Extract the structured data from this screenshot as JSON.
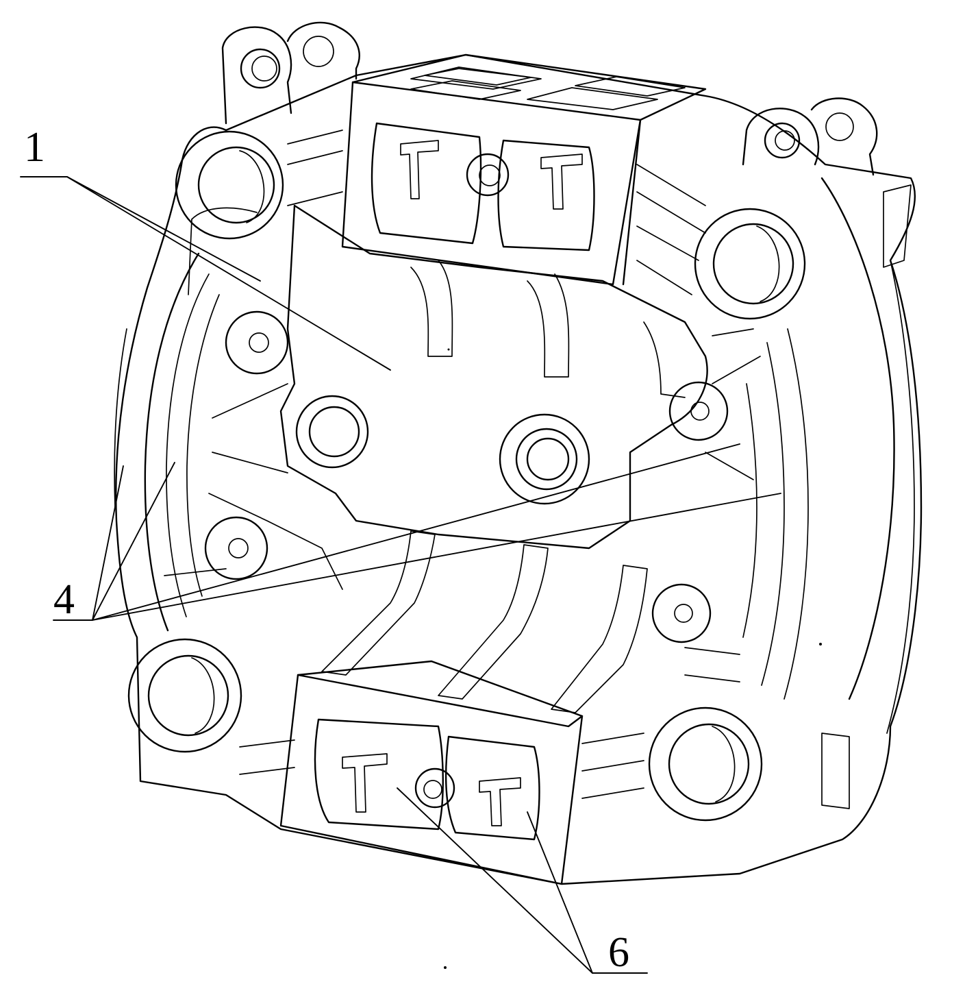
{
  "figure": {
    "labels": [
      {
        "id": "1",
        "text": "1"
      },
      {
        "id": "4",
        "text": "4"
      },
      {
        "id": "6",
        "text": "6"
      }
    ],
    "line_color": "#000000",
    "background": "#ffffff"
  }
}
